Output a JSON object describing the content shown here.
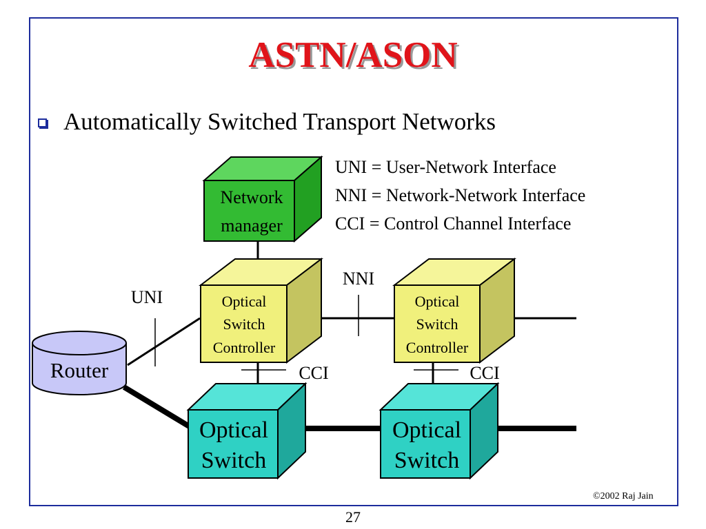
{
  "slide": {
    "title": "ASTN/ASON",
    "bullet": "Automatically Switched Transport Networks",
    "footer_copyright": "©2002 Raj Jain",
    "page_number": "27"
  },
  "legend": {
    "uni": "UNI = User-Network Interface",
    "nni": "NNI = Network-Network Interface",
    "cci": "CCI = Control Channel Interface"
  },
  "diagram": {
    "network_manager": [
      "Network",
      "manager"
    ],
    "controller_left": [
      "Optical",
      "Switch",
      "Controller"
    ],
    "controller_right": [
      "Optical",
      "Switch",
      "Controller"
    ],
    "switch_left": [
      "Optical",
      "Switch"
    ],
    "switch_right": [
      "Optical",
      "Switch"
    ],
    "router": "Router",
    "label_uni": "UNI",
    "label_nni": "NNI",
    "label_cci_left": "CCI",
    "label_cci_right": "CCI"
  },
  "colors": {
    "title": "#e0141a",
    "frame": "#1c2c9c",
    "network_manager_front": "#33bb33",
    "network_manager_top": "#5ed65e",
    "network_manager_side": "#22a022",
    "controller_front": "#f0f07c",
    "controller_top": "#f5f59a",
    "controller_side": "#c4c460",
    "switch_front": "#2fd1c4",
    "switch_top": "#55e4d8",
    "switch_side": "#1fa89c",
    "router_fill": "#c8c8f8"
  }
}
